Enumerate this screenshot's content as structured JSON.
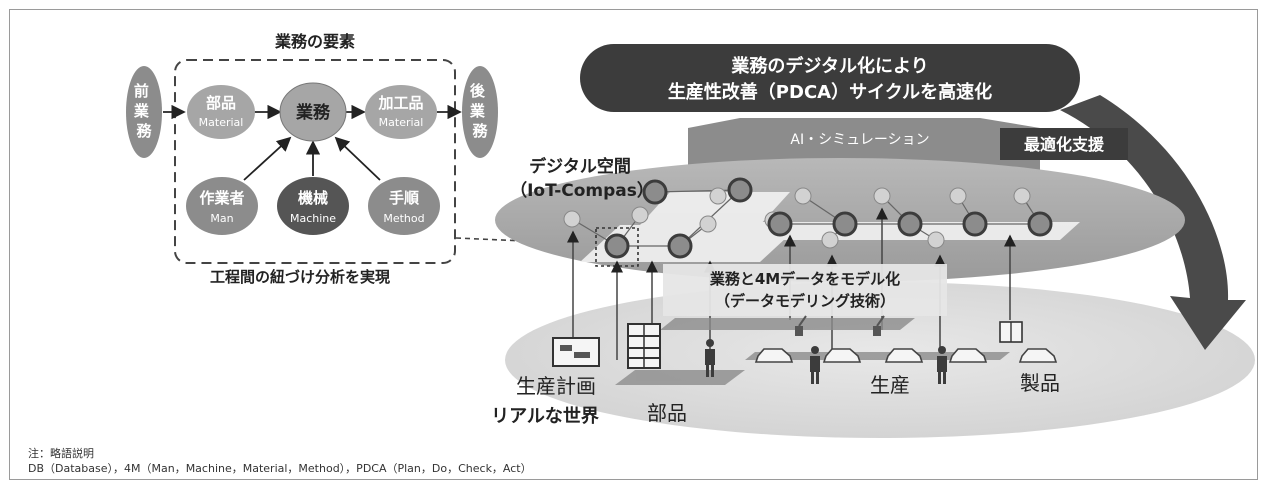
{
  "left": {
    "title": "業務の要素",
    "caption": "工程間の紐づけ分析を実現",
    "prev_label": [
      "前",
      "業",
      "務"
    ],
    "next_label": [
      "後",
      "業",
      "務"
    ],
    "center": "業務",
    "parts": {
      "jp": "部品",
      "en": "Material"
    },
    "processed": {
      "jp": "加工品",
      "en": "Material"
    },
    "man": {
      "jp": "作業者",
      "en": "Man"
    },
    "machine": {
      "jp": "機械",
      "en": "Machine"
    },
    "method": {
      "jp": "手順",
      "en": "Method"
    }
  },
  "right": {
    "banner_line1": "業務のデジタル化により",
    "banner_line2": "生産性改善（PDCA）サイクルを高速化",
    "ai_label": "AI・シミュレーション",
    "optimize_label": "最適化支援",
    "digital_line1": "デジタル空間",
    "digital_line2": "（IoT-Compas）",
    "model_line1": "業務と4Mデータをモデル化",
    "model_line2": "（データモデリング技術）",
    "real_world": "リアルな世界",
    "plan": "生産計画",
    "parts": "部品",
    "production": "生産",
    "product": "製品"
  },
  "notes": {
    "line1": "注：略語説明",
    "line2": "DB（Database），4M（Man，Machine，Material，Method），PDCA（Plan，Do，Check，Act）"
  },
  "colors": {
    "dark": "#3c3c3c",
    "mid": "#8c8c8c",
    "light": "#b4b4b4",
    "ellipse": "#a6a6a6"
  }
}
